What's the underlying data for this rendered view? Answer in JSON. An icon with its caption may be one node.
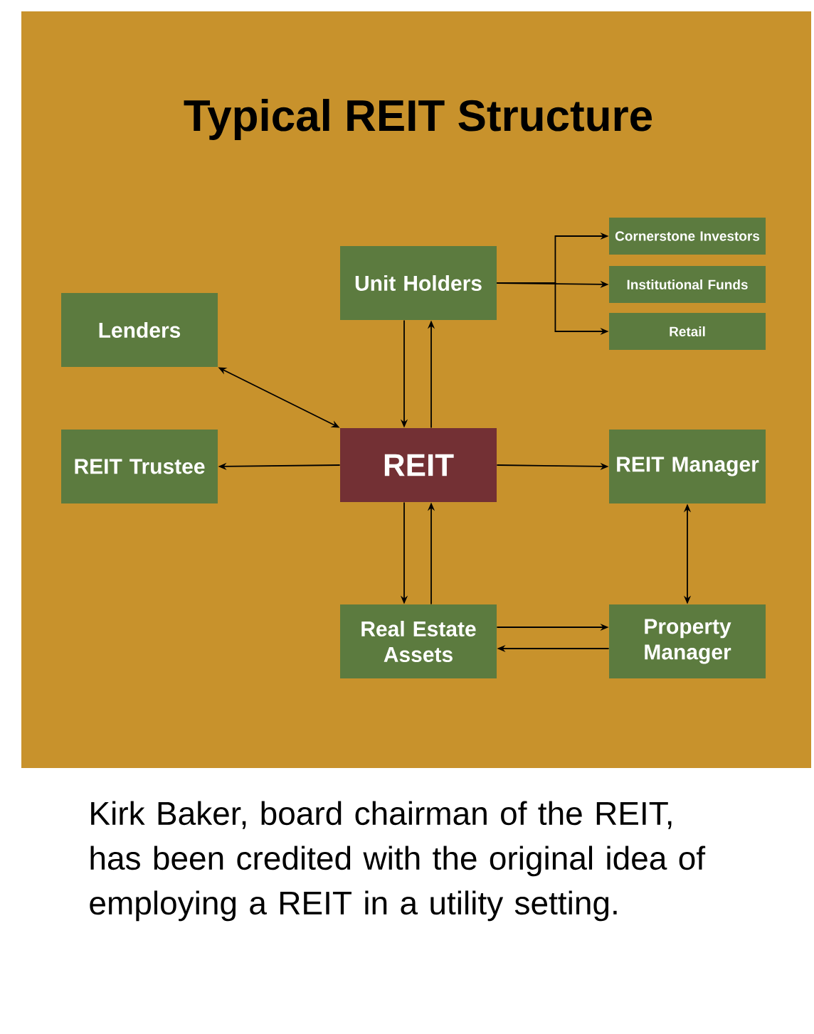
{
  "diagram": {
    "title": "Typical REIT Structure",
    "caption": "Kirk Baker, board chairman of the REIT, has been credited with the original idea of employing a REIT in a utility setting.",
    "nodes": [
      {
        "text": [
          "Unit Holders"
        ]
      },
      {
        "text": [
          "Cornerstone Investors"
        ]
      },
      {
        "text": [
          "Institutional Funds"
        ]
      },
      {
        "text": [
          "Retail"
        ]
      },
      {
        "text": [
          "Lenders"
        ]
      },
      {
        "text": [
          "REIT Trustee"
        ]
      },
      {
        "text": [
          "REIT"
        ]
      },
      {
        "text": [
          "REIT Manager"
        ]
      },
      {
        "text": [
          "Real Estate Assets"
        ]
      },
      {
        "text": [
          "Property Manager"
        ]
      }
    ],
    "edges": [
      {
        "from": 0,
        "to": 6,
        "arrow": "to"
      },
      {
        "from": 6,
        "to": 0,
        "arrow": "to"
      },
      {
        "from": 0,
        "to": 1,
        "arrow": "to"
      },
      {
        "from": 0,
        "to": 2,
        "arrow": "to"
      },
      {
        "from": 0,
        "to": 3,
        "arrow": "to"
      },
      {
        "from": 4,
        "to": 6,
        "arrow": "both"
      },
      {
        "from": 6,
        "to": 5,
        "arrow": "to"
      },
      {
        "from": 6,
        "to": 7,
        "arrow": "to"
      },
      {
        "from": 7,
        "to": 9,
        "arrow": "both"
      },
      {
        "from": 6,
        "to": 8,
        "arrow": "to"
      },
      {
        "from": 8,
        "to": 6,
        "arrow": "to"
      },
      {
        "from": 8,
        "to": 9,
        "arrow": "to"
      },
      {
        "from": 9,
        "to": 8,
        "arrow": "to"
      }
    ]
  }
}
